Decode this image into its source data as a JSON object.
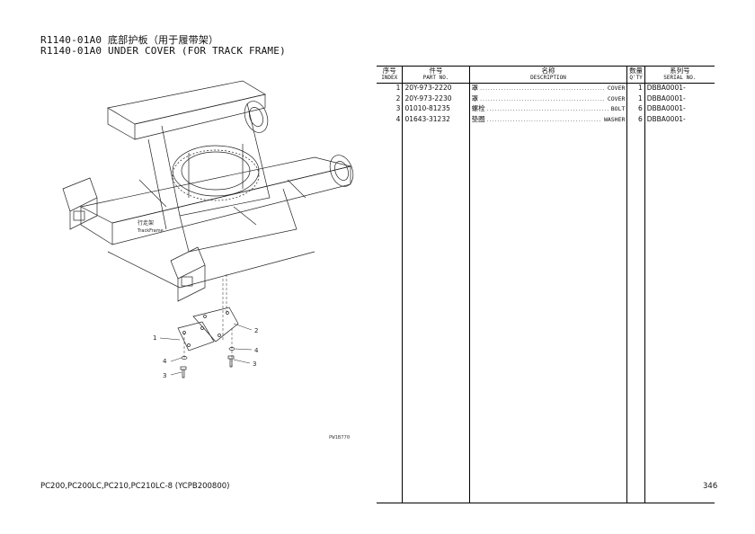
{
  "header": {
    "title_cn": "R1140-01A0 底部护板（用于履带架）",
    "title_en": "R1140-01A0 UNDER COVER (FOR TRACK FRAME)"
  },
  "diagram": {
    "frame_label_cn": "行走架",
    "frame_label_en": "TrackFrame",
    "callouts": [
      "1",
      "2",
      "3",
      "3",
      "4",
      "4"
    ],
    "figure_code": "PW1B770"
  },
  "table": {
    "headers": {
      "index_cn": "序号",
      "index_en": "INDEX",
      "part_cn": "件号",
      "part_en": "PART NO.",
      "desc_cn": "名称",
      "desc_en": "DESCRIPTION",
      "qty_cn": "数量",
      "qty_en": "Q'TY",
      "serial_cn": "系列号",
      "serial_en": "SERIAL NO."
    },
    "rows": [
      {
        "index": "1",
        "part_no": "20Y-973-2220",
        "name_cn": "罩",
        "name_en": "COVER",
        "qty": "1",
        "serial": "DBBA0001-"
      },
      {
        "index": "2",
        "part_no": "20Y-973-2230",
        "name_cn": "罩",
        "name_en": "COVER",
        "qty": "1",
        "serial": "DBBA0001-"
      },
      {
        "index": "3",
        "part_no": "01010-81235",
        "name_cn": "螺栓",
        "name_en": "BOLT",
        "qty": "6",
        "serial": "DBBA0001-"
      },
      {
        "index": "4",
        "part_no": "01643-31232",
        "name_cn": "垫圈",
        "name_en": "WASHER",
        "qty": "6",
        "serial": "DBBA0001-"
      }
    ]
  },
  "footer": {
    "models": "PC200,PC200LC,PC210,PC210LC-8 (YCPB200800)",
    "page_number": "346"
  }
}
